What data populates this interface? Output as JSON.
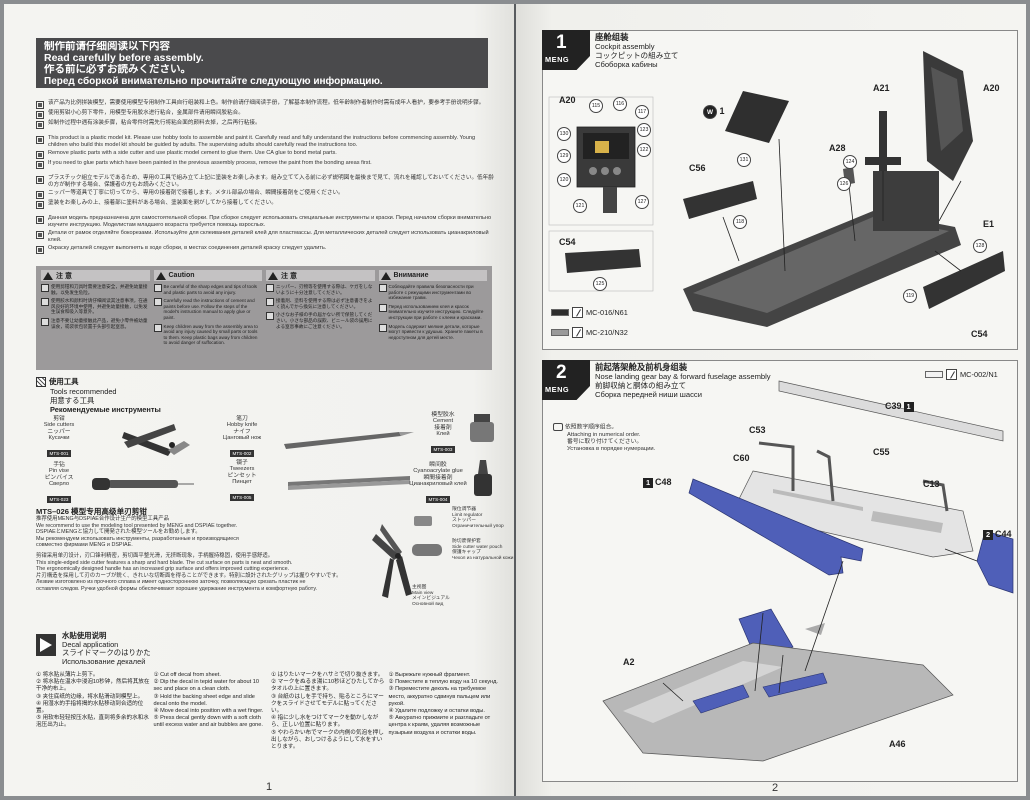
{
  "left_page": {
    "header": {
      "line_cn": "制作前请仔细阅读以下内容",
      "line_en": "Read carefully before assembly.",
      "line_jp": "作る前に必ずお読みください。",
      "line_ru": "Перед сборкой внимательно прочитайте следующую информацию."
    },
    "notes_block_1": [
      "该产品为比例拼装模型，需要使用模型专用制作工具自行组装和上色。制作前请仔细阅读手册，了解基本制作流程。低年龄制作者制作时需有成年人看护，要参考手册说明步骤。",
      "使用剪钳小心剪下零件，用模型专用胶水进行粘合，金属部件请用瞬间胶粘合。",
      "如制作过程中遇有涂装步骤，粘合零件时需先行将粘合面的颜料去掉，之后再行粘接。"
    ],
    "notes_block_2": [
      "This product is a plastic model kit. Please use hobby tools to assemble and paint it. Carefully read and fully understand the instructions before commencing assembly. Young children who build this model kit should be guided by adults. The supervising adults should carefully read the instructions too.",
      "Remove plastic parts with a side cutter and use plastic model cement to glue them. Use CA glue to bond metal parts.",
      "If you need to glue parts which have been painted in the previous assembly process, remove the paint from the bonding areas first."
    ],
    "notes_block_3": [
      "プラスチック組立モデルであるため、専用の工具で組み立て上記に塗装をお楽しみます。組み立てて入る前に必ず説明図を最後まで見て、流れを確認しておいてください。低年齢の方が制作する場合、保護者の方もお読みください。",
      "ニッパー等道具で丁寧に切ってから、専用の接着剤で接着します。メタル部品の場合、瞬間接着剤をご使用ください。",
      "塗装をお楽しみの上、接着部に塗料がある場合、塗装面を剥がしてから接着してください。"
    ],
    "notes_block_4": [
      "Данная модель предназначена для самостоятельной сборки. При сборке следует использовать специальные инструменты и краски. Перед началом сборки внимательно изучите инструкцию. Моделистам младшего возраста требуется помощь взрослых.",
      "Детали от рамок отделяйте бокорезами. Используйте для склеивания деталей клей для пластмассы. Для металлических деталей следует использовать цианакриловый клей.",
      "Окраску деталей следует выполнять в ходе сборки, в местах соединения деталей краску следует удалить."
    ],
    "warnings": [
      {
        "title": "注 意",
        "items": [
          "使用剪钳和刀具时需要注意安全，并避免幼童接触。以免发生危险。",
          "使用胶水和颜料时请仔细阅读其注意事项，在通风良好的环境中使用，并避免幼童接触，以免发生误食和吸入等意外。",
          "注意不要让幼童接触此产品，避免小零件被幼童误食，或袋状包装置于头部引起窒息。"
        ]
      },
      {
        "title": "Caution",
        "items": [
          "Be careful of the sharp edges and tips of tools and plastic parts to avoid any injury.",
          "Carefully read the instructions of cement and paints before use. Follow the steps of the model's instruction manual to apply glue or paint.",
          "Keep children away from the assembly area to avoid any injury caused by small parts or tools to them. Keep plastic bags away from children to avoid danger of suffocation."
        ]
      },
      {
        "title": "注 意",
        "items": [
          "ニッパー、刃物等を使用する際は、ケガをしないように十分注意してください。",
          "接着剤、塗料を使用する際は必ず注意書きをよく読んでから換気に注意してください。",
          "小さなお子様の手の届かない所で保管してください。小さな部品の誤飲、ビニール袋の誤用による窒息事故にご注意ください。"
        ]
      },
      {
        "title": "Внимание",
        "items": [
          "Соблюдайте правила безопасности при работе с режущими инструментами во избежание травм.",
          "Перед использованием клея и красок внимательно изучите инструкцию. Следуйте инструкции при работе с клеем и красками.",
          "Модель содержит мелкие детали, которые могут привести к удушью. Храните пакеты в недоступном для детей месте."
        ]
      }
    ],
    "tools": {
      "header_cn": "使用工具",
      "header_en": "Tools recommended",
      "header_jp": "用意する工具",
      "header_ru": "Рекомендуемые инструменты",
      "items": [
        {
          "cn": "剪钳",
          "en": "Side cutters",
          "jp": "ニッパー",
          "ru": "Кусачки",
          "code": "MTS-001"
        },
        {
          "cn": "笔刀",
          "en": "Hobby knife",
          "jp": "ナイフ",
          "ru": "Цанговый нож",
          "code": "MTS-002"
        },
        {
          "cn": "模型胶水",
          "en": "Cement",
          "jp": "接着剤",
          "ru": "Клей",
          "code": "MTS-003"
        },
        {
          "cn": "手钻",
          "en": "Pin vise",
          "jp": "ピンバイス",
          "ru": "Сверло",
          "code": "MTS-023"
        },
        {
          "cn": "镊子",
          "en": "Tweezers",
          "jp": "ピンセット",
          "ru": "Пинцет",
          "code": "MTS-005"
        },
        {
          "cn": "瞬间胶",
          "en": "Cyanoacrylate glue",
          "jp": "瞬間接着剤",
          "ru": "Цианакриловый клей",
          "code": "MTS-004"
        }
      ]
    },
    "mts": {
      "title": "MTS–026 模型专用高级单刃剪钳",
      "lines": [
        "推荐使用MENG与DSPIAE合作设计生产的模型工具产品",
        "We recommend to use the modeling tool presented by MENG and DSPIAE together.",
        "DSPIAEとMENGと協力して開発された模型ツールをお勧めします。",
        "Мы рекомендуем использовать инструменты, разработанные и производящиеся",
        "совместно фирмами MENG и DSPIAE.",
        "剪钳采用单刃设计，刃口锋利精密，剪切面平整光滑，无挤断现象，手柄握持稳固，使用手感舒适。",
        "This single-edged side cutter features a sharp and hard blade. The cut surface on parts is neat and smooth.",
        "The ergonomically designed handle has an increased grip surface and offers improved cutting experience.",
        "片刃構造を採用して刃のカーブが鋭く、きれいな切断面を得ることができます。特別に設計されたグリップは握りやすいです。",
        "Лезвие изготовлено из прочного сплава и имеет одностороннюю заточку, позволяющую срезать пластик не",
        "оставляя следов. Ручки удобной формы обеспечивают хорошее удержание инструмента и комфортную работу."
      ],
      "anno_limit": "限位调节器\nLimit regulator\nストッパー\nОграничительный упор",
      "anno_cover": "防切废保护套\nSide cutter water pouch\n保護キャップ\nЧехол из натуральной кожи",
      "anno_main": "主视图\nMain view\nメインビジュアル\nОсновной вид"
    },
    "decal": {
      "title_cn": "水贴使用说明",
      "title_en": "Decal application",
      "title_jp": "スライドマークのはりかた",
      "title_ru": "Использование декалей",
      "col_cn": [
        "① 将水贴从薄片上剪下。",
        "② 将水贴在温水中浸泡10秒钟，然后将其放在干净的布上。",
        "③ 夹住底纸的边缘，将水贴滑动到模型上。",
        "④ 用湿水的手指将揭的水贴移动到合适的位置。",
        "⑤ 用软布轻轻按压水贴，直到将多余的水和水泡压出为止。"
      ],
      "col_en": [
        "① Cut off decal from sheet.",
        "② Dip the decal in tepid water for about 10 sec and place on a clean cloth.",
        "③ Hold the backing sheet edge and slide decal onto the model.",
        "④ Move decal into position with a wet finger.",
        "⑤ Press decal gently down with a soft cloth until excess water and air bubbles are gone."
      ],
      "col_jp": [
        "① はりたいマークをハサミで切り抜きます。",
        "② マークをぬるま湯に10秒ほどひたしてからタオルの上に置きます。",
        "③ 台紙のはしを手で持ち、貼るところにマークをスライドさせてモデルに貼ってください。",
        "④ 指に少し水をつけてマークを動かしながら、正しい位置に貼ります。",
        "⑤ やわらかい布でマークの内側の気泡を押し出しながら、おしつけるようにして水をすいとります。"
      ],
      "col_ru": [
        "① Вырежьте нужный фрагмент.",
        "② Поместите в теплую воду на 10 секунд.",
        "③ Переместите деколь на требуемое место, аккуратно сдвинув пальцем или рукой.",
        "④ Удалите подложку и остатки воды.",
        "⑤ Аккуратно прижмите и разгладьте от центра к краям, удаляя возможные пузырьки воздуха и остатки воды."
      ]
    },
    "page_number": "1"
  },
  "right_page": {
    "step1": {
      "number": "1",
      "brand": "MENG",
      "title_cn": "座舱组装",
      "title_en": "Cockpit assembly",
      "title_jp": "コックピットの組み立て",
      "title_ru": "Сбоборка кабины",
      "labels": [
        "A20",
        "A21",
        "A20",
        "A28",
        "C56",
        "E1",
        "C54",
        "C54"
      ],
      "w_label": "W",
      "w_count": "1",
      "callouts": [
        "115",
        "116",
        "117",
        "123",
        "122",
        "130",
        "129",
        "120",
        "121",
        "127",
        "131",
        "126",
        "118",
        "128",
        "119",
        "125",
        "124"
      ],
      "legend": [
        {
          "swatch": "#2d2d2d",
          "code": "MC-016/N61"
        },
        {
          "swatch": "#9a9a9a",
          "code": "MC-210/N32"
        }
      ]
    },
    "step2": {
      "number": "2",
      "brand": "MENG",
      "title_cn": "前起落架舱及前机身组装",
      "title_en": "Nose landing gear bay & forward fuselage assembly",
      "title_jp": "前脚収納と胴体の組み立て",
      "title_ru": "Сборка передней ниши шасси",
      "note": [
        "依照数字顺序组合。",
        "Attaching in numerical order.",
        "番号に取り付けてください。",
        "Установка в порядке нумерации."
      ],
      "legend_code": "MC-002/N1",
      "labels": {
        "c39": "C39",
        "c39_box": "1",
        "c53": "C53",
        "c55": "C55",
        "c60": "C60",
        "c13": "C13",
        "c48": "C48",
        "c48_box": "1",
        "c44": "C44",
        "c44_box": "2",
        "a2": "A2",
        "a46": "A46"
      }
    },
    "page_number": "2"
  },
  "colors": {
    "header_bar": "#4a4a4c",
    "warning_box": "#9c9a9b",
    "part_blue": "#4f5fb8",
    "dark_part": "#3a3a3a"
  }
}
